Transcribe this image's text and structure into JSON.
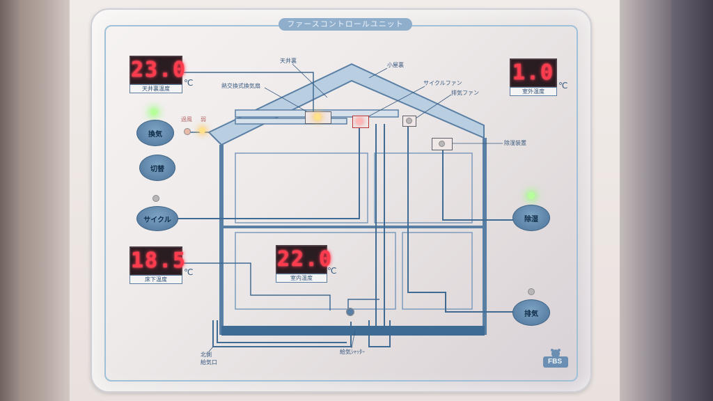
{
  "panel": {
    "title": "ファースコントロールユニット",
    "brand": "FBS"
  },
  "displays": {
    "attic_temp": {
      "value": "23.0",
      "label": "天井裏温度",
      "unit": "℃"
    },
    "outdoor_temp": {
      "value": "1.0",
      "label": "室外温度",
      "unit": "℃"
    },
    "underfloor_temp": {
      "value": "18.5",
      "label": "床下温度",
      "unit": "℃"
    },
    "indoor_temp": {
      "value": "22.0",
      "label": "室内温度",
      "unit": "℃"
    }
  },
  "buttons": {
    "ventilation": "換気",
    "switch": "切替",
    "cycle": "サイクル",
    "dehumidify": "除湿",
    "exhaust": "排気"
  },
  "indicators": {
    "overheat": "過風",
    "weak": "弱"
  },
  "diagram_labels": {
    "ceiling_space": "天井裏",
    "roof_space": "小屋裏",
    "heat_exchanger": "熱交換式換気扇",
    "cycle_fan": "サイクルファン",
    "exhaust_fan": "排気ファン",
    "dehumidifier": "除湿装置",
    "north_intake": "北側\n給気口",
    "intake_shutter": "給気ｼｬｯﾀｰ"
  },
  "colors": {
    "segment_red": "#ff3b4e",
    "button_blue": "#5b82a6",
    "led_green": "#b6ff9a",
    "line_blue": "#3f6a93"
  }
}
